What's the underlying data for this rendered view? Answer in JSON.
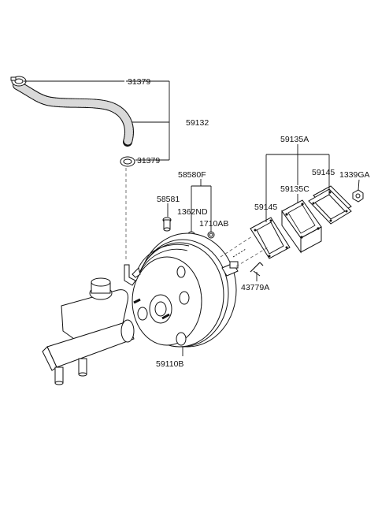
{
  "labels": {
    "clamp_top": "31379",
    "hose": "59132",
    "clamp_bottom": "31379",
    "gasket_kit": "59135A",
    "gasket_right": "59145",
    "nut": "1339GA",
    "spacer": "59135C",
    "gasket_left": "59145",
    "fitting_assy": "58580F",
    "fitting": "58581",
    "grommet": "1362ND",
    "o_ring": "1710AB",
    "clevis_pin": "43779A",
    "booster": "59110B"
  }
}
